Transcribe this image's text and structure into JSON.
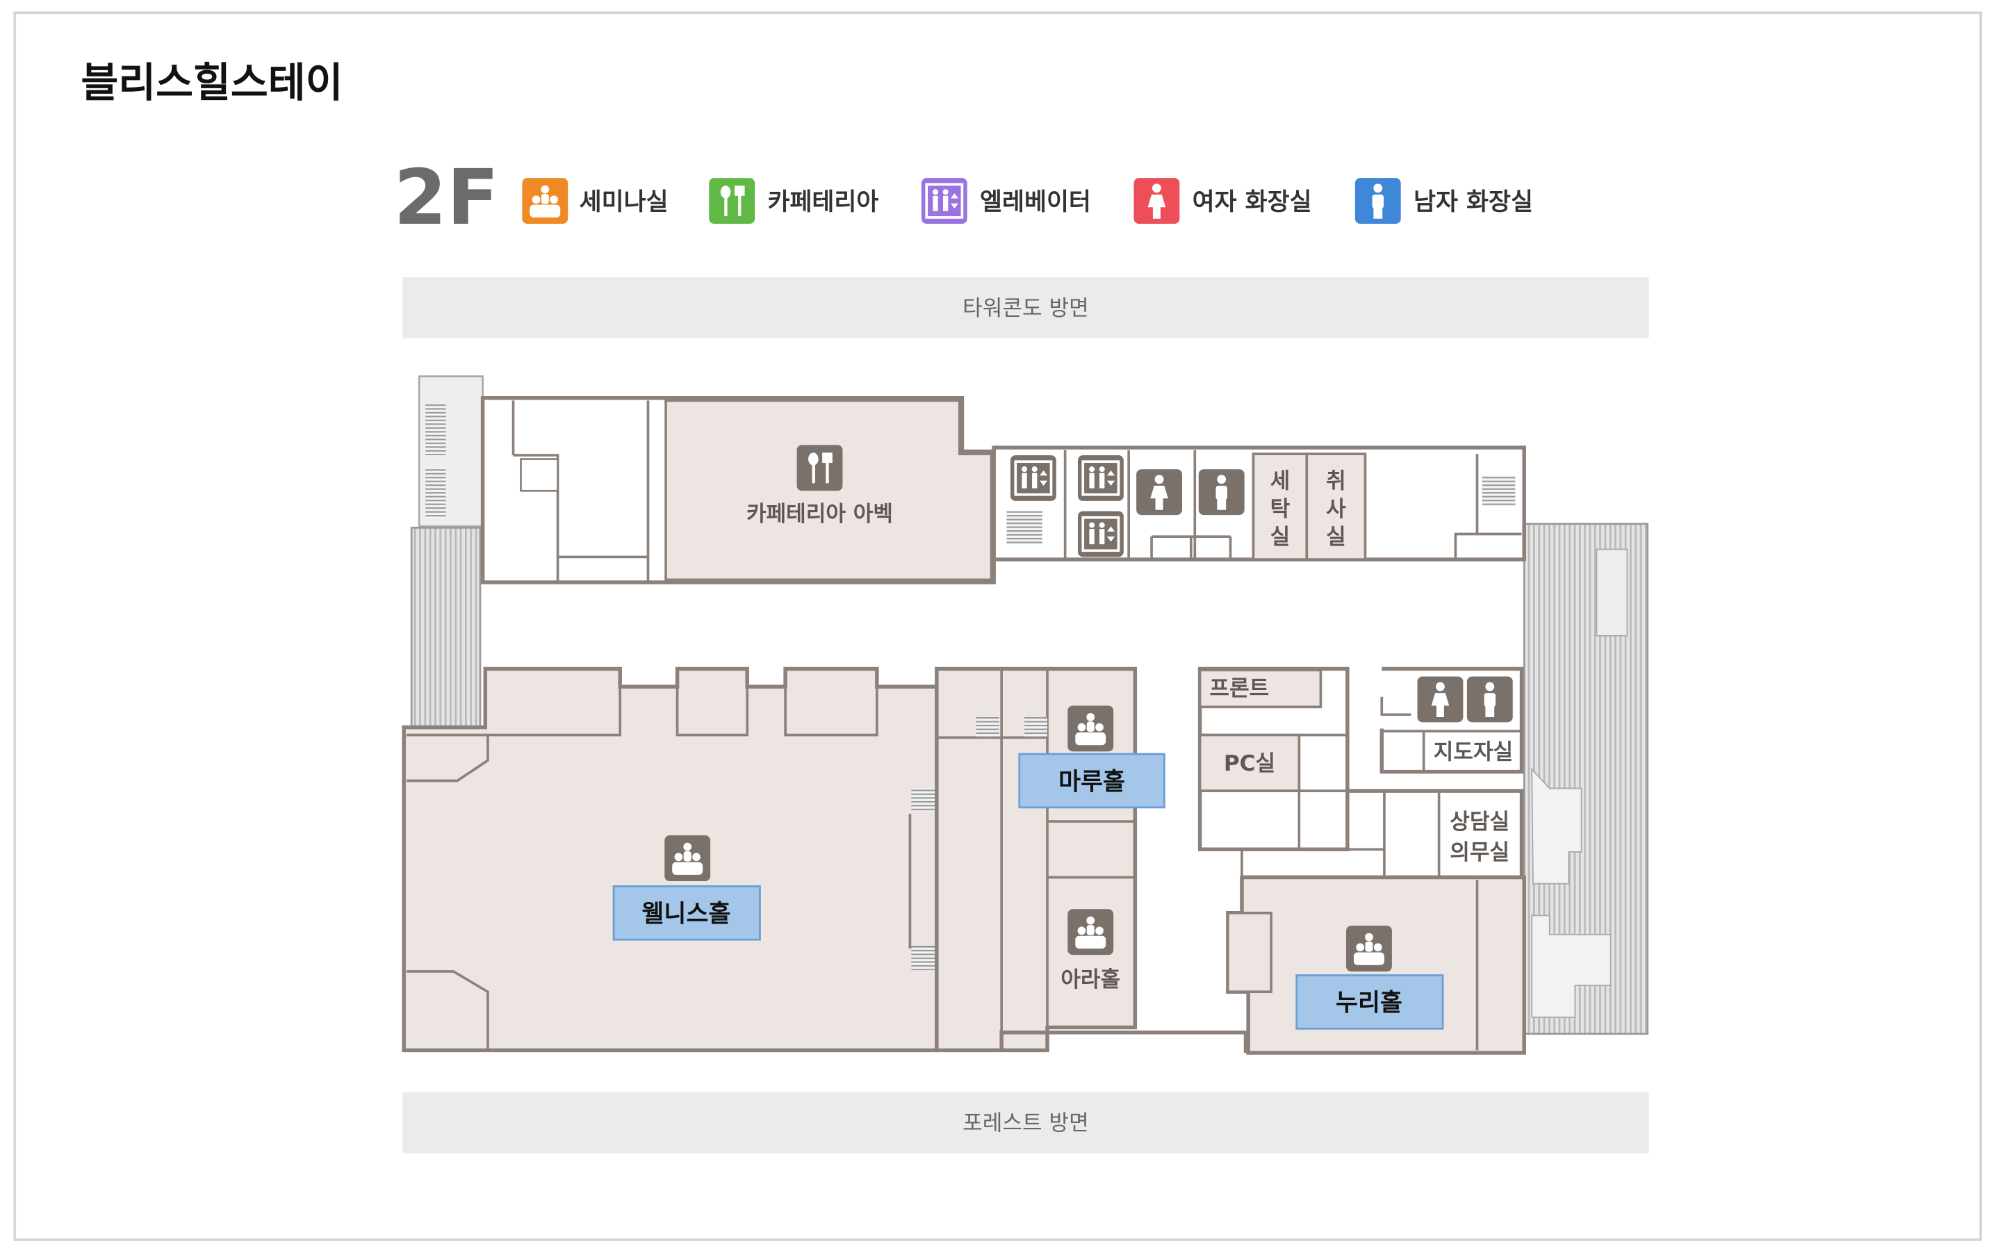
{
  "title": "블리스힐스테이",
  "floor": "2F",
  "legend": [
    {
      "label": "세미나실",
      "icon": "seminar-icon",
      "color": "#f08a24"
    },
    {
      "label": "카페테리아",
      "icon": "cafeteria-icon",
      "color": "#5fb944"
    },
    {
      "label": "엘레베이터",
      "icon": "elevator-icon",
      "color": "#9a73e0"
    },
    {
      "label": "여자 화장실",
      "icon": "female-toilet-icon",
      "color": "#ec4f58"
    },
    {
      "label": "남자 화장실",
      "icon": "male-toilet-icon",
      "color": "#3f87d9"
    }
  ],
  "directions": {
    "top": "타워콘도 방면",
    "bottom": "포레스트 방면"
  },
  "rooms": {
    "cafeteria": "카페테리아 아벡",
    "laundry": [
      "세",
      "탁",
      "실"
    ],
    "kitchen": [
      "취",
      "사",
      "실"
    ],
    "front": "프론트",
    "pc": "PC실",
    "instructor": "지도자실",
    "counsel": "상담실",
    "medical": "의무실",
    "wellness": "웰니스홀",
    "maru": "마루홀",
    "ara": "아라홀",
    "nuri": "누리홀"
  },
  "colors": {
    "room": "#ede5e2",
    "wall": "#8c817a",
    "hall_label": "#a4c6e8",
    "icon_gray": "#7b716b"
  }
}
